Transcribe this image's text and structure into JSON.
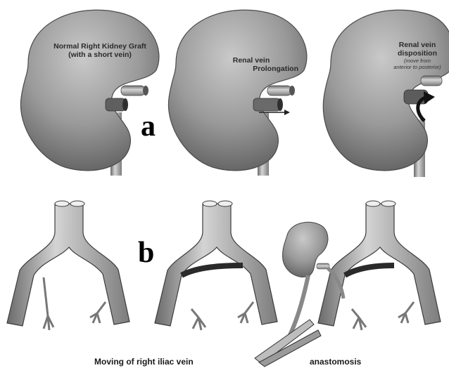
{
  "panels": {
    "a": {
      "letter": "a",
      "kidney_1": {
        "line1": "Normal Right Kidney Graft",
        "line2": "(with a short vein)"
      },
      "kidney_2": {
        "line1": "Renal vein",
        "line2": "Prolongation"
      },
      "kidney_3": {
        "line1": "Renal vein",
        "line2": "disposition",
        "note_line1": "(move from",
        "note_line2": "anterior to posterior)"
      }
    },
    "b": {
      "letter": "b",
      "caption_left": "Moving of right iliac vein",
      "caption_right": "anastomosis"
    }
  },
  "colors": {
    "kidney_fill": "#8e8e8e",
    "kidney_highlight": "#c4c4c4",
    "vessel_fill": "#9c9c9c",
    "vessel_light": "#d2d2d2",
    "vessel_dark": "#5a5a5a",
    "background": "#ffffff"
  }
}
